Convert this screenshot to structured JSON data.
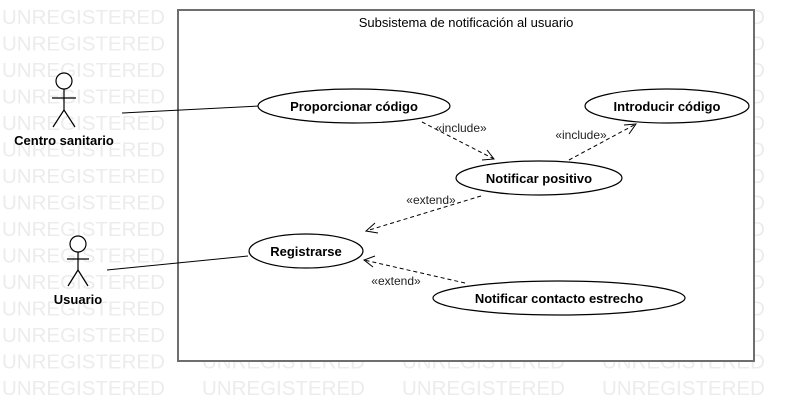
{
  "watermark": {
    "text": "UNREGISTERED"
  },
  "system": {
    "title": "Subsistema de notificación al usuario"
  },
  "actors": {
    "health_center": "Centro sanitario",
    "user": "Usuario"
  },
  "use_cases": {
    "provide_code": "Proporcionar código",
    "enter_code": "Introducir código",
    "notify_positive": "Notificar positivo",
    "register": "Registrarse",
    "notify_close_contact": "Notificar contacto estrecho"
  },
  "relations": {
    "include_1": "«include»",
    "include_2": "«include»",
    "extend_1": "«extend»",
    "extend_2": "«extend»"
  }
}
